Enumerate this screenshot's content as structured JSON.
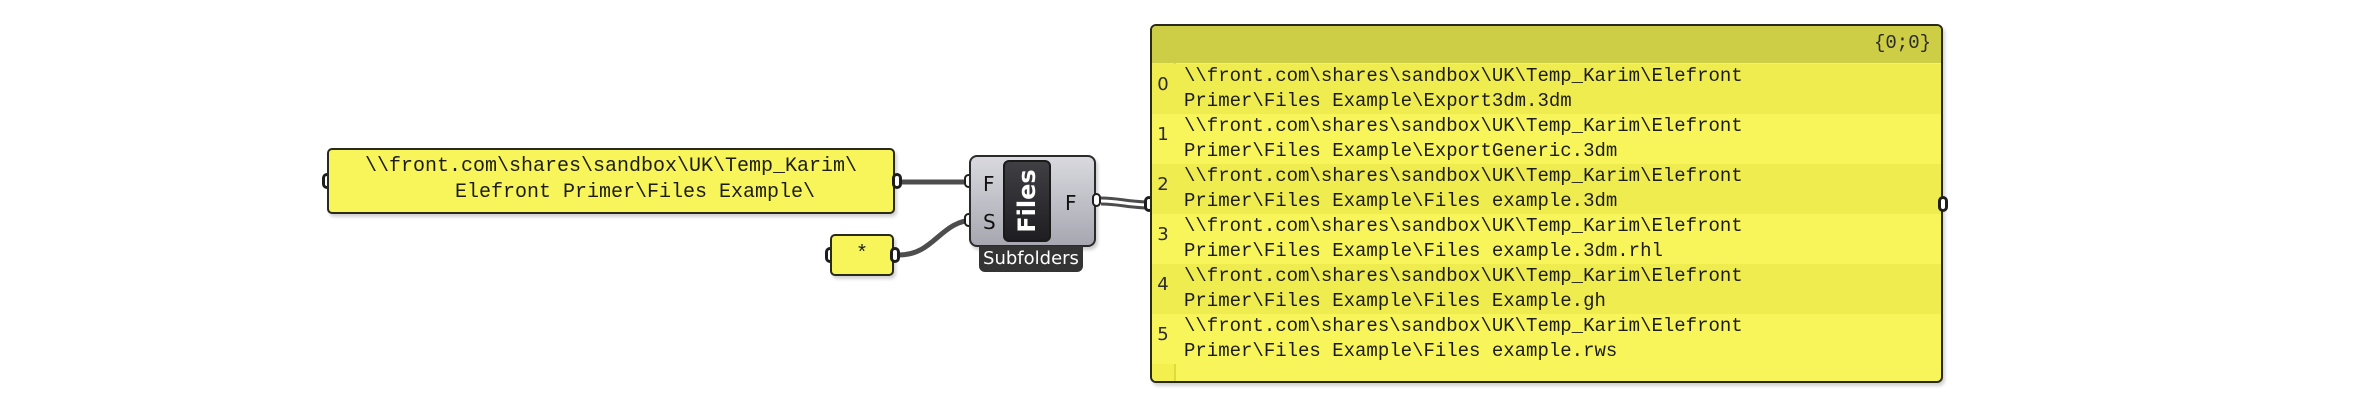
{
  "path_panel": {
    "text": "\\\\front.com\\shares\\sandbox\\UK\\Temp_Karim\\\n    Elefront Primer\\Files Example\\"
  },
  "wildcard_panel": {
    "text": "*"
  },
  "files_component": {
    "name": "Files",
    "input_folder": "F",
    "input_search": "S",
    "output_files": "F",
    "caption": "Subfolders"
  },
  "output_panel": {
    "tree_path": "{0;0}",
    "items": [
      {
        "index": "0",
        "value": "\\\\front.com\\shares\\sandbox\\UK\\Temp_Karim\\Elefront\nPrimer\\Files Example\\Export3dm.3dm"
      },
      {
        "index": "1",
        "value": "\\\\front.com\\shares\\sandbox\\UK\\Temp_Karim\\Elefront\nPrimer\\Files Example\\ExportGeneric.3dm"
      },
      {
        "index": "2",
        "value": "\\\\front.com\\shares\\sandbox\\UK\\Temp_Karim\\Elefront\nPrimer\\Files Example\\Files example.3dm"
      },
      {
        "index": "3",
        "value": "\\\\front.com\\shares\\sandbox\\UK\\Temp_Karim\\Elefront\nPrimer\\Files Example\\Files example.3dm.rhl"
      },
      {
        "index": "4",
        "value": "\\\\front.com\\shares\\sandbox\\UK\\Temp_Karim\\Elefront\nPrimer\\Files Example\\Files Example.gh"
      },
      {
        "index": "5",
        "value": "\\\\front.com\\shares\\sandbox\\UK\\Temp_Karim\\Elefront\nPrimer\\Files Example\\Files example.rws"
      }
    ]
  },
  "colors": {
    "panel_yellow": "#f7f55a",
    "panel_header": "#cece46",
    "component_body": "#b9b9c1",
    "component_core": "#2b2b30"
  }
}
